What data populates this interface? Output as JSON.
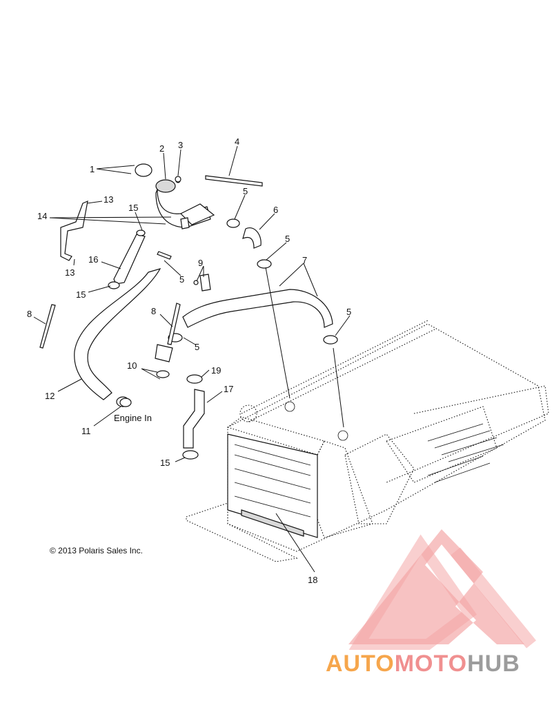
{
  "diagram": {
    "callouts": [
      "1",
      "2",
      "3",
      "4",
      "5",
      "5",
      "5",
      "5",
      "5",
      "6",
      "7",
      "8",
      "8",
      "9",
      "10",
      "11",
      "12",
      "13",
      "13",
      "14",
      "15",
      "15",
      "15",
      "16",
      "17",
      "18",
      "19"
    ],
    "annotation": "Engine In",
    "copyright": "© 2013 Polaris Sales Inc."
  },
  "watermark": {
    "part1": "AUTO",
    "part2": "MOTO",
    "part3": "HUB",
    "color_primary": "#f4a04a",
    "color_secondary": "#ef8f8f",
    "color_tertiary": "#9a9a9a"
  }
}
